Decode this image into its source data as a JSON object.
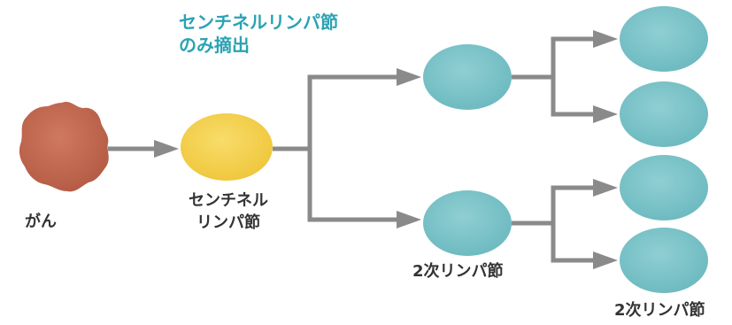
{
  "callout": {
    "line1": "センチネルリンパ節",
    "line2": "のみ摘出"
  },
  "labels": {
    "cancer": "がん",
    "sentinel_line1": "センチネル",
    "sentinel_line2": "リンパ節",
    "secondary_1": "2次リンパ節",
    "secondary_2": "2次リンパ節"
  },
  "colors": {
    "callout_text": "#2aa3b3",
    "label_text": "#333333",
    "arrow": "#8a8a8a",
    "cancer": "#c0674f",
    "sentinel_node": "#f3cd45",
    "secondary_node": "#7cc4c9"
  }
}
